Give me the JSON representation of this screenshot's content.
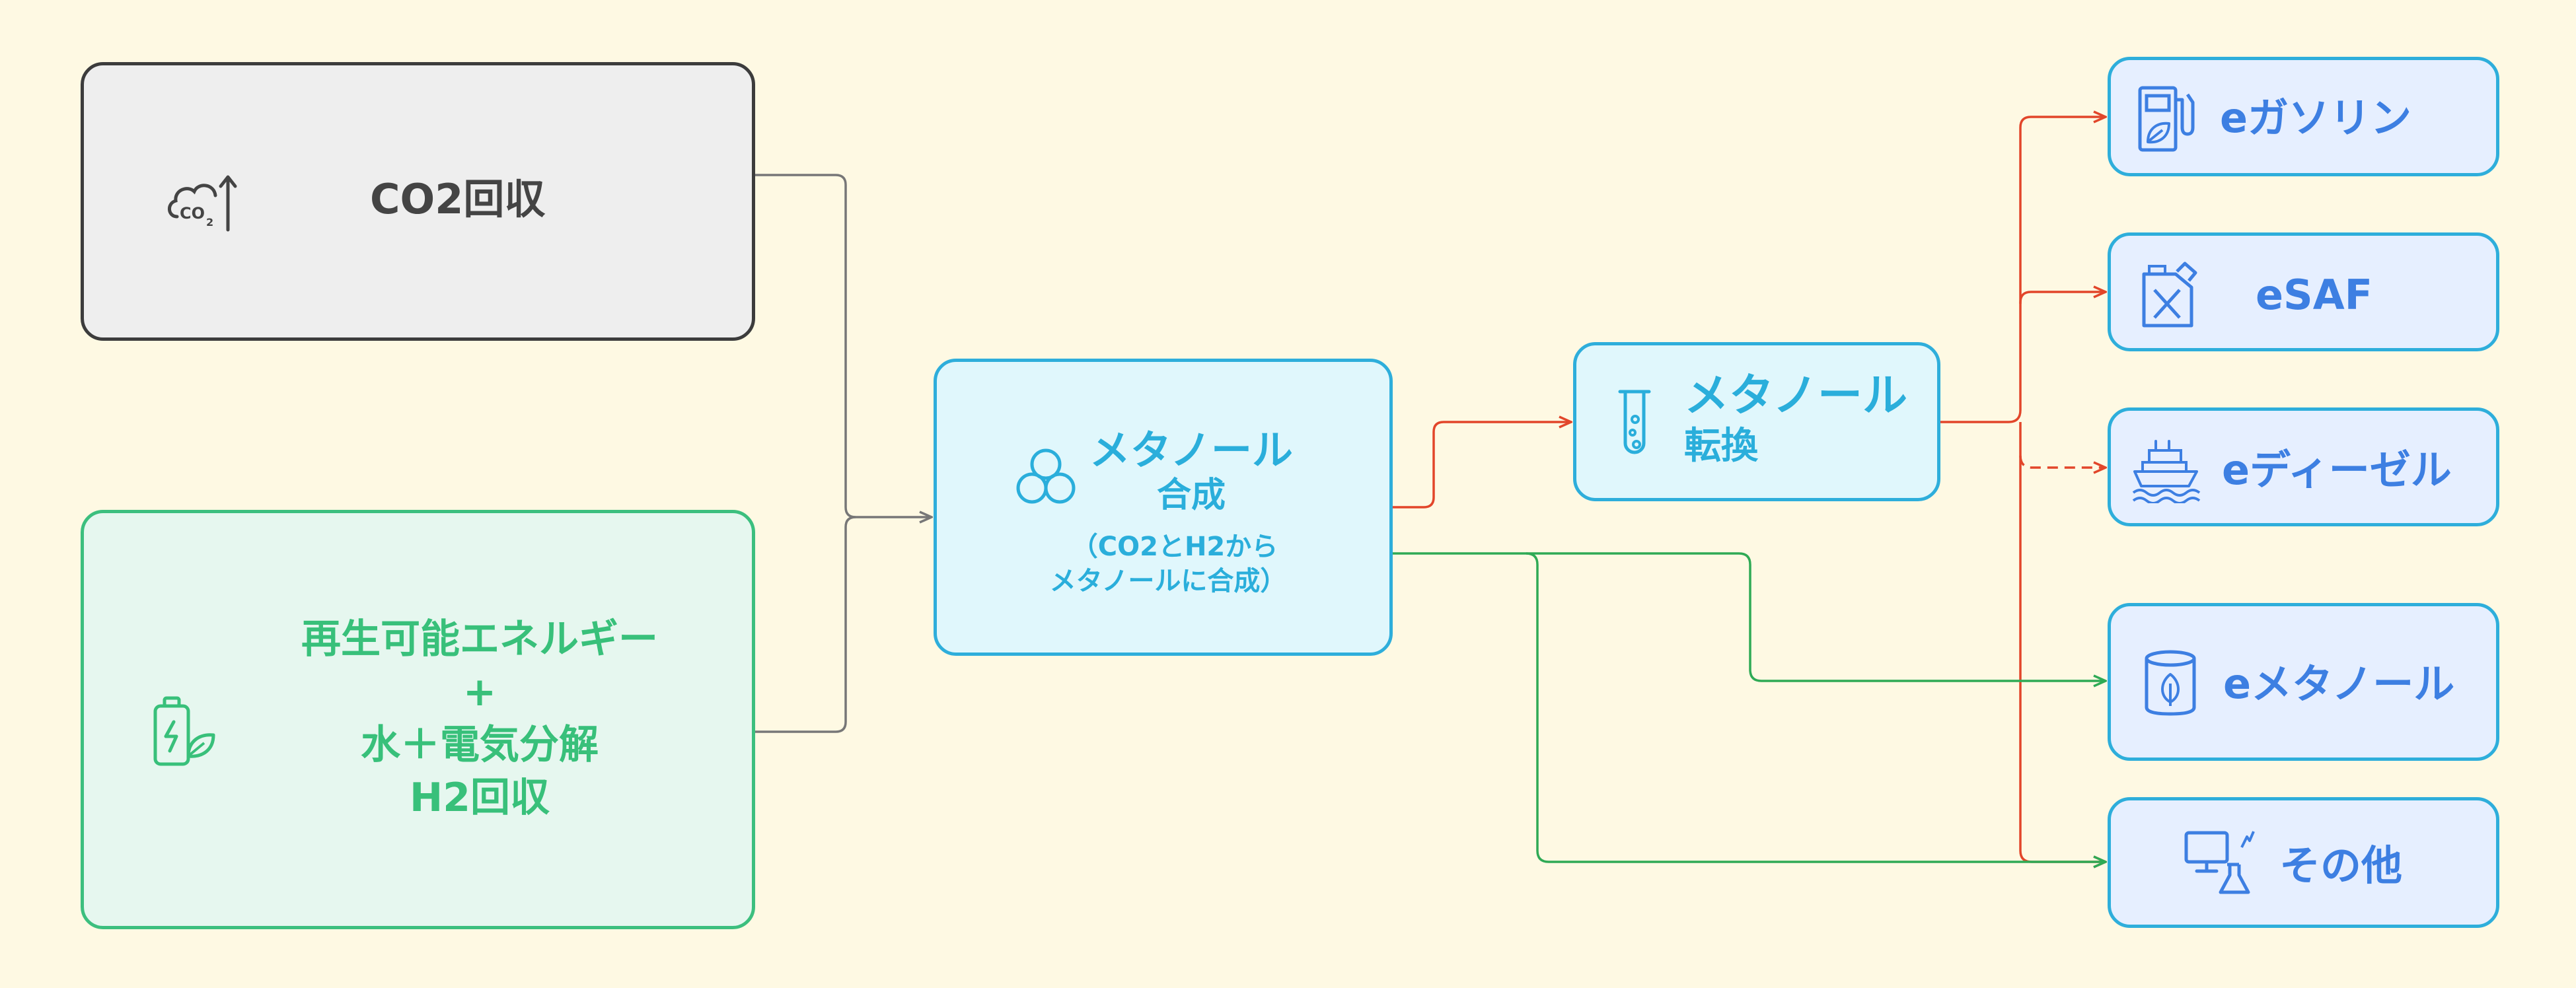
{
  "nodes": {
    "co2_capture": {
      "label": "CO2回収",
      "icon": "co2-cloud-arrow-icon"
    },
    "h2_capture": {
      "line1": "再生可能エネルギー",
      "line2": "+",
      "line3": "水＋電気分解",
      "line4": "H2回収",
      "icon": "eco-battery-icon"
    },
    "methanol_synthesis": {
      "title_line1": "メタノール",
      "title_line2": "合成",
      "note_line1": "（CO2とH2から",
      "note_line2": "メタノールに合成）",
      "icon": "three-circles-icon"
    },
    "methanol_conversion": {
      "title_line1": "メタノール",
      "title_line2": "転換",
      "icon": "test-tube-icon"
    },
    "e_gasoline": {
      "label": "eガソリン",
      "icon": "fuel-pump-leaf-icon"
    },
    "e_saf": {
      "label": "eSAF",
      "icon": "jerrycan-icon"
    },
    "e_diesel": {
      "label": "eディーゼル",
      "icon": "ship-icon"
    },
    "e_methanol": {
      "label": "eメタノール",
      "icon": "eco-tank-icon"
    },
    "others": {
      "label": "その他",
      "icon": "computer-flask-icon"
    }
  },
  "colors": {
    "background": "#fef9e3",
    "capture_edges": "#777777",
    "conversion_edges": "#e2462a",
    "direct_edges": "#2faa55",
    "co2_border": "#3c3c3c",
    "h2_border": "#3cbf7e",
    "process_border": "#2eaedb",
    "product_text": "#3d7fe2"
  }
}
